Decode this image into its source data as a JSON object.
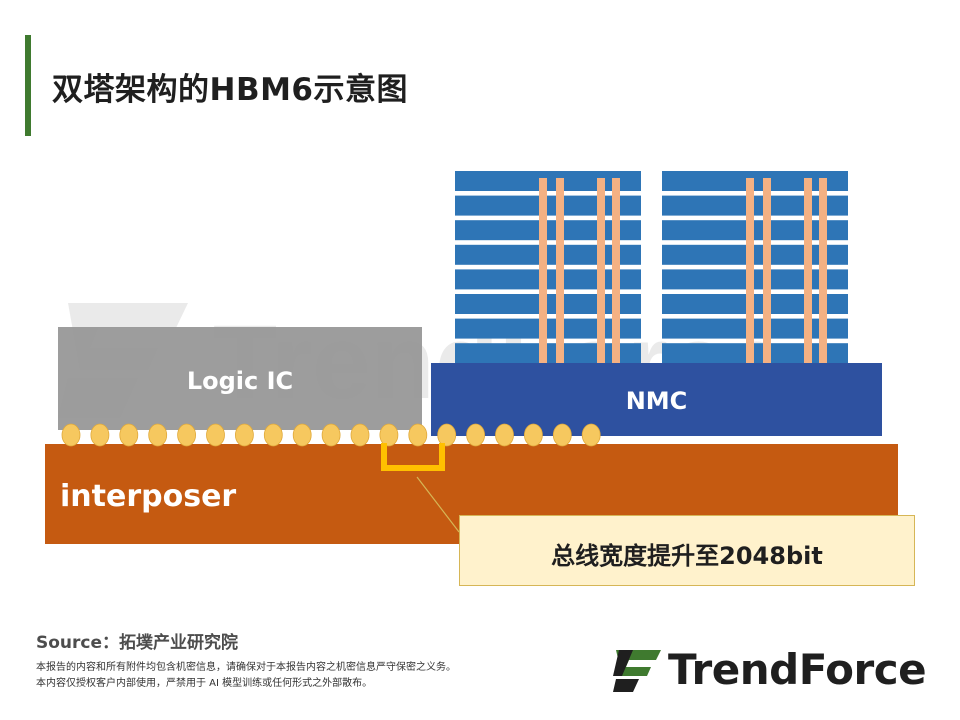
{
  "title": "双塔架构的HBM6示意图",
  "diagram": {
    "logic_label": "Logic IC",
    "nmc_label": "NMC",
    "interposer_label": "interposer",
    "callout_label": "总线宽度提升至2048bit",
    "colors": {
      "interposer": "#c55a11",
      "logic": "#969696",
      "nmc": "#2e51a0",
      "dram_layer": "#2e75b6",
      "tsv": "#f4b183",
      "bump": "#f6c85f",
      "bus_highlight": "#ffc000",
      "callout_fill": "#fff2cc"
    },
    "dram_stack_count": 2,
    "dram_layers_per_stack": 8,
    "tsv_per_stack": 4,
    "bump_count": 19
  },
  "source": {
    "label": "Source",
    "separator": "：",
    "value": "拓墣产业研究院"
  },
  "disclaimer": [
    "本报告的内容和所有附件均包含机密信息，请确保对于本报告内容之机密信息严守保密之义务。",
    "本内容仅授权客户内部使用，严禁用于 AI 模型训练或任何形式之外部散布。"
  ],
  "brand": {
    "name": "TrendForce",
    "logo_icon": "trendforce-logo-icon"
  }
}
